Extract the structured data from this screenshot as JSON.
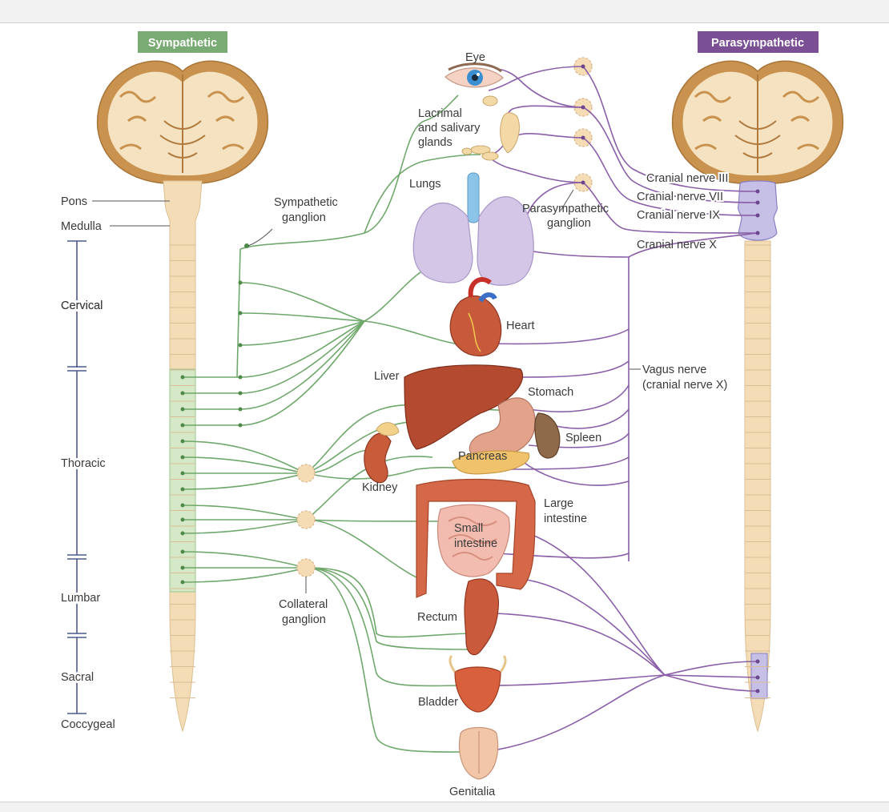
{
  "headers": {
    "sympathetic": "Sympathetic",
    "parasympathetic": "Parasympathetic"
  },
  "brainstem_labels": {
    "pons": "Pons",
    "medulla": "Medulla"
  },
  "spinal_regions": {
    "cervical": "Cervical",
    "thoracic": "Thoracic",
    "lumbar": "Lumbar",
    "sacral": "Sacral",
    "coccygeal": "Coccygeal"
  },
  "ganglia": {
    "sympathetic_1": "Sympathetic",
    "sympathetic_2": "ganglion",
    "parasympathetic_1": "Parasympathetic",
    "parasympathetic_2": "ganglion",
    "collateral_1": "Collateral",
    "collateral_2": "ganglion"
  },
  "organs": {
    "eye": "Eye",
    "lacrimal_1": "Lacrimal",
    "lacrimal_2": "and salivary",
    "lacrimal_3": "glands",
    "lungs": "Lungs",
    "heart": "Heart",
    "liver": "Liver",
    "stomach": "Stomach",
    "spleen": "Spleen",
    "pancreas": "Pancreas",
    "kidney": "Kidney",
    "large_intestine_1": "Large",
    "large_intestine_2": "intestine",
    "small_intestine_1": "Small",
    "small_intestine_2": "intestine",
    "rectum": "Rectum",
    "bladder": "Bladder",
    "genitalia": "Genitalia"
  },
  "cranial_nerves": {
    "iii": "Cranial nerve III",
    "vii": "Cranial nerve VII",
    "ix": "Cranial nerve IX",
    "x": "Cranial nerve X",
    "vagus_1": "Vagus nerve",
    "vagus_2": "(cranial nerve X)"
  },
  "colors": {
    "sympathetic": "#6fa86b",
    "parasympathetic": "#8a5fa8",
    "sympathetic_header": "#7aab74",
    "parasympathetic_header": "#7a4f93",
    "spinal_cord": "#f3dcb6",
    "ganglion": "#f6dcb4"
  }
}
